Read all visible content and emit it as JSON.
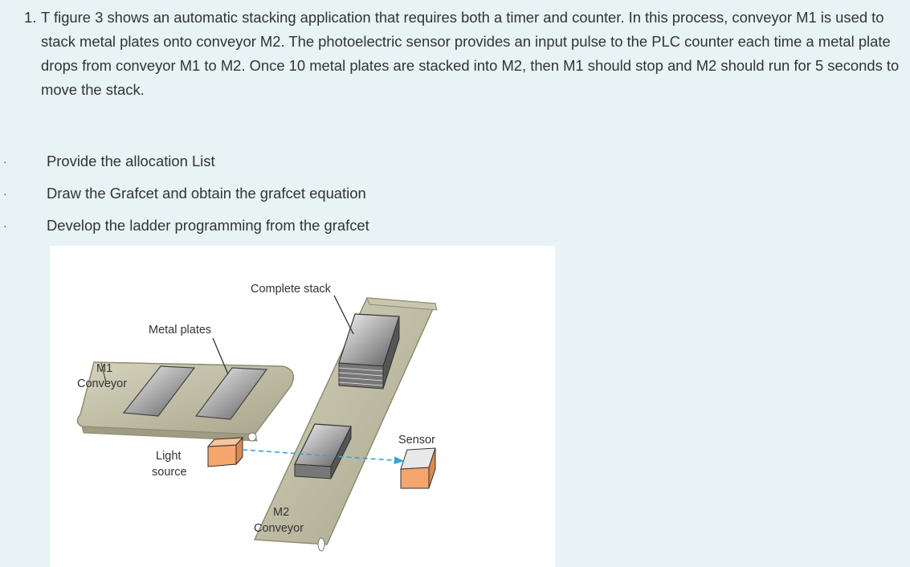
{
  "question": {
    "number": "1.",
    "text": "T figure 3 shows an automatic stacking application that requires both a timer and counter. In this process, conveyor M1 is used to stack metal plates onto conveyor M2. The photoelectric sensor provides an input pulse to the PLC counter each time a metal plate drops from conveyor M1 to M2. Once 10 metal plates are stacked into M2, then M1 should stop and M2 should run for 5 seconds to move the stack."
  },
  "tasks": [
    {
      "bullet": "·",
      "label": "Provide the allocation List"
    },
    {
      "bullet": "·",
      "label": "Draw the Grafcet and obtain the grafcet equation"
    },
    {
      "bullet": "·",
      "label": "Develop the ladder programming from the grafcet"
    }
  ],
  "figure": {
    "labels": {
      "complete_stack": "Complete stack",
      "metal_plates": "Metal plates",
      "m1": "M1",
      "conveyor_m1": "Conveyor",
      "light": "Light",
      "source": "source",
      "sensor": "Sensor",
      "m2": "M2",
      "conveyor_m2": "Conveyor"
    },
    "colors": {
      "belt": "#b8b59c",
      "belt_edge": "#8f8c72",
      "box": "#f5a66c",
      "beam": "#3aa0d8"
    }
  }
}
